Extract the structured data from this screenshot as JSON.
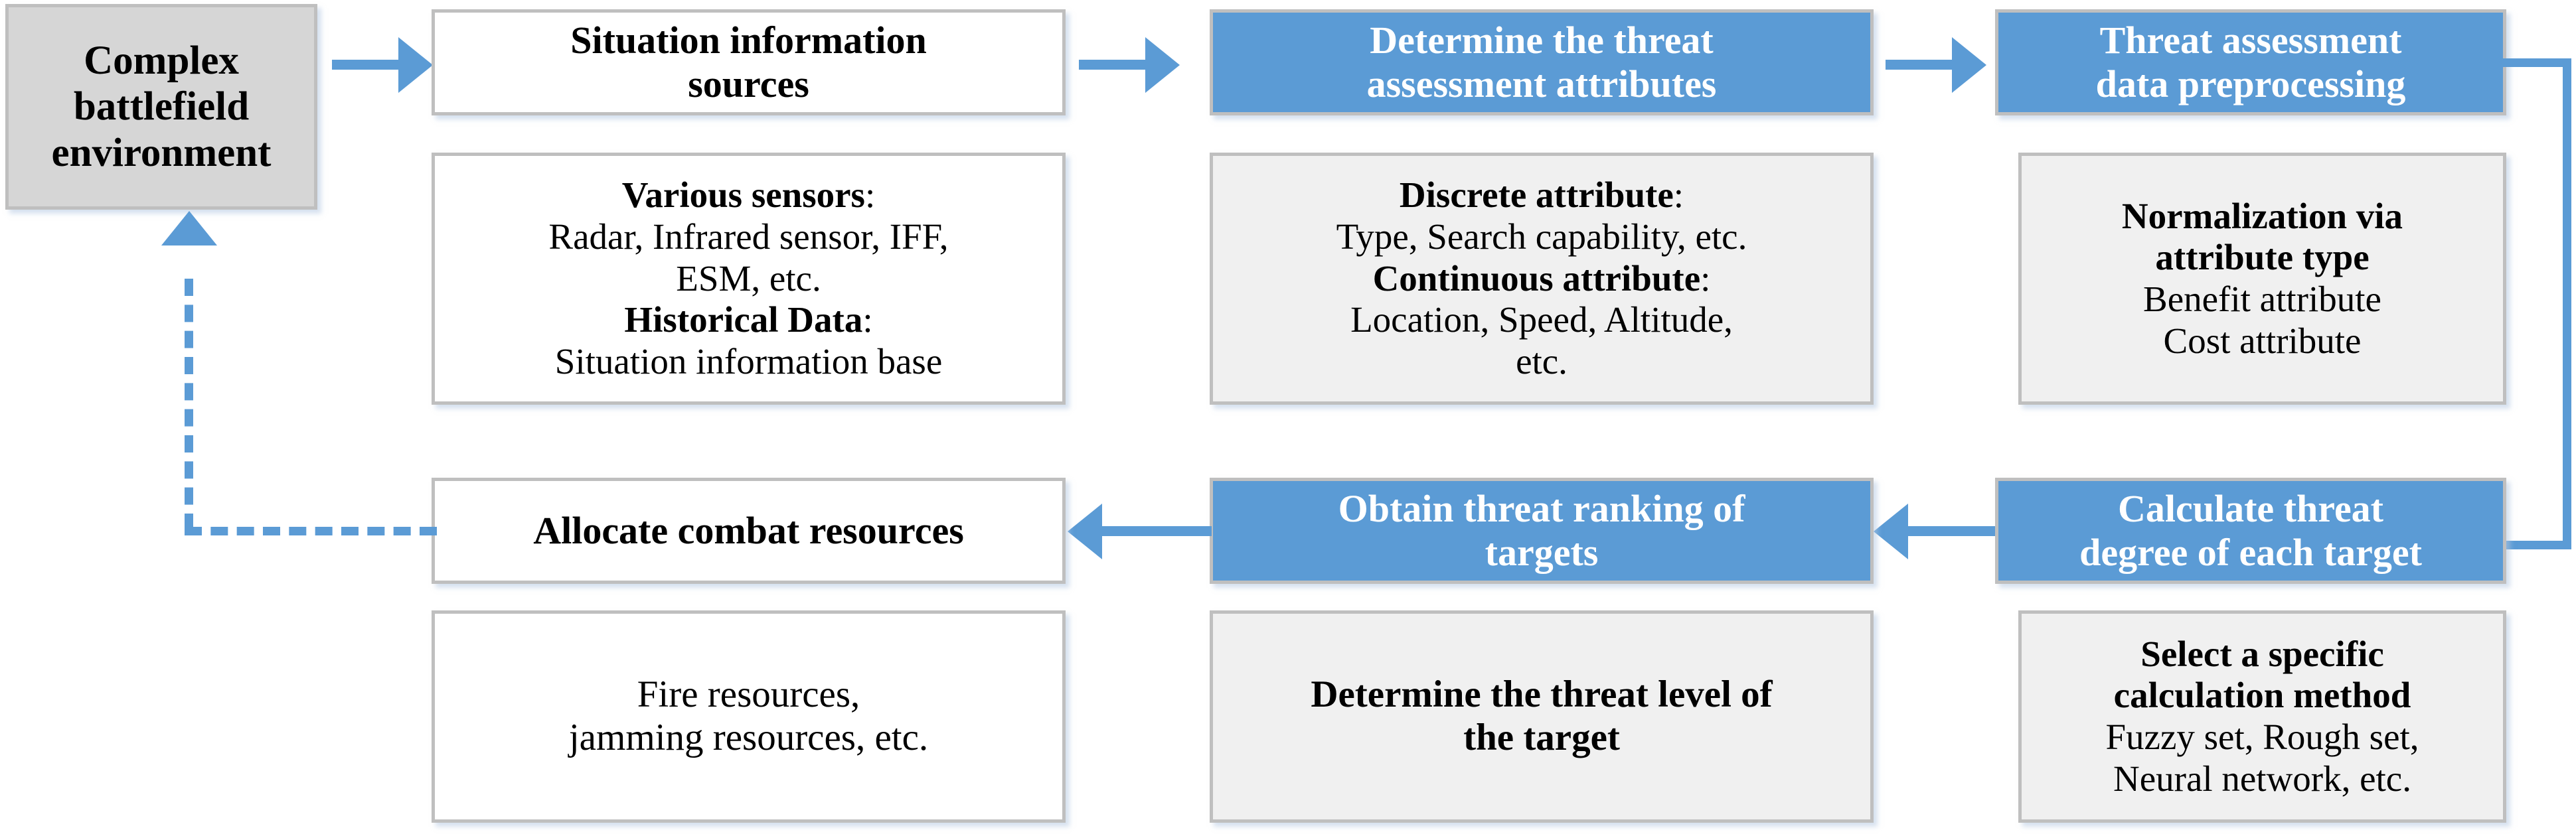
{
  "diagram": {
    "title": "Threat assessment process flow",
    "colors": {
      "accent_blue": "#5B9BD5",
      "box_border_gray": "#BFBFBF",
      "environment_fill": "#D6D6D6",
      "detail_fill_gray": "#F0F0F0",
      "detail_fill_white": "#FFFFFF",
      "text_dark": "#000000",
      "text_light": "#FFFFFF"
    },
    "nodes": {
      "environment": {
        "label": "Complex\nbattlefield\nenvironment"
      },
      "row1": {
        "step1_header": "Situation information\nsources",
        "step1_detail_line1": "Various sensors",
        "step1_detail_line1_colon": ":",
        "step1_detail_line2": "Radar, Infrared sensor, IFF,\nESM, etc.",
        "step1_detail_line3": "Historical Data",
        "step1_detail_line3_colon": ":",
        "step1_detail_line4": "Situation information base",
        "step2_header": "Determine the threat\nassessment attributes",
        "step2_detail_line1": "Discrete attribute",
        "step2_detail_line1_colon": ":",
        "step2_detail_line2": "Type, Search capability, etc.",
        "step2_detail_line3": "Continuous attribute",
        "step2_detail_line3_colon": ":",
        "step2_detail_line4": "Location, Speed, Altitude,\netc.",
        "step3_header": "Threat assessment\ndata preprocessing",
        "step3_detail_line1": "Normalization via\nattribute type",
        "step3_detail_line2": "Benefit attribute\nCost attribute"
      },
      "row2": {
        "step6_header": "Allocate combat resources",
        "step6_detail": "Fire resources,\njamming resources, etc.",
        "step5_header": "Obtain threat ranking of\ntargets",
        "step5_detail": "Determine the threat level of\nthe target",
        "step4_header": "Calculate threat\ndegree of each target",
        "step4_detail_line1": "Select a specific\ncalculation method",
        "step4_detail_line2": "Fuzzy set, Rough set,\nNeural network, etc."
      }
    },
    "edges": [
      {
        "name": "environment-to-situation",
        "style": "solid",
        "direction": "right"
      },
      {
        "name": "situation-to-determine",
        "style": "solid",
        "direction": "right"
      },
      {
        "name": "determine-to-preprocessing",
        "style": "solid",
        "direction": "right"
      },
      {
        "name": "preprocessing-to-calculate",
        "style": "solid",
        "direction": "wrap-right-down-left"
      },
      {
        "name": "calculate-to-obtain",
        "style": "solid",
        "direction": "left"
      },
      {
        "name": "obtain-to-allocate",
        "style": "solid",
        "direction": "left"
      },
      {
        "name": "allocate-to-environment",
        "style": "dashed",
        "direction": "left-up"
      }
    ]
  }
}
